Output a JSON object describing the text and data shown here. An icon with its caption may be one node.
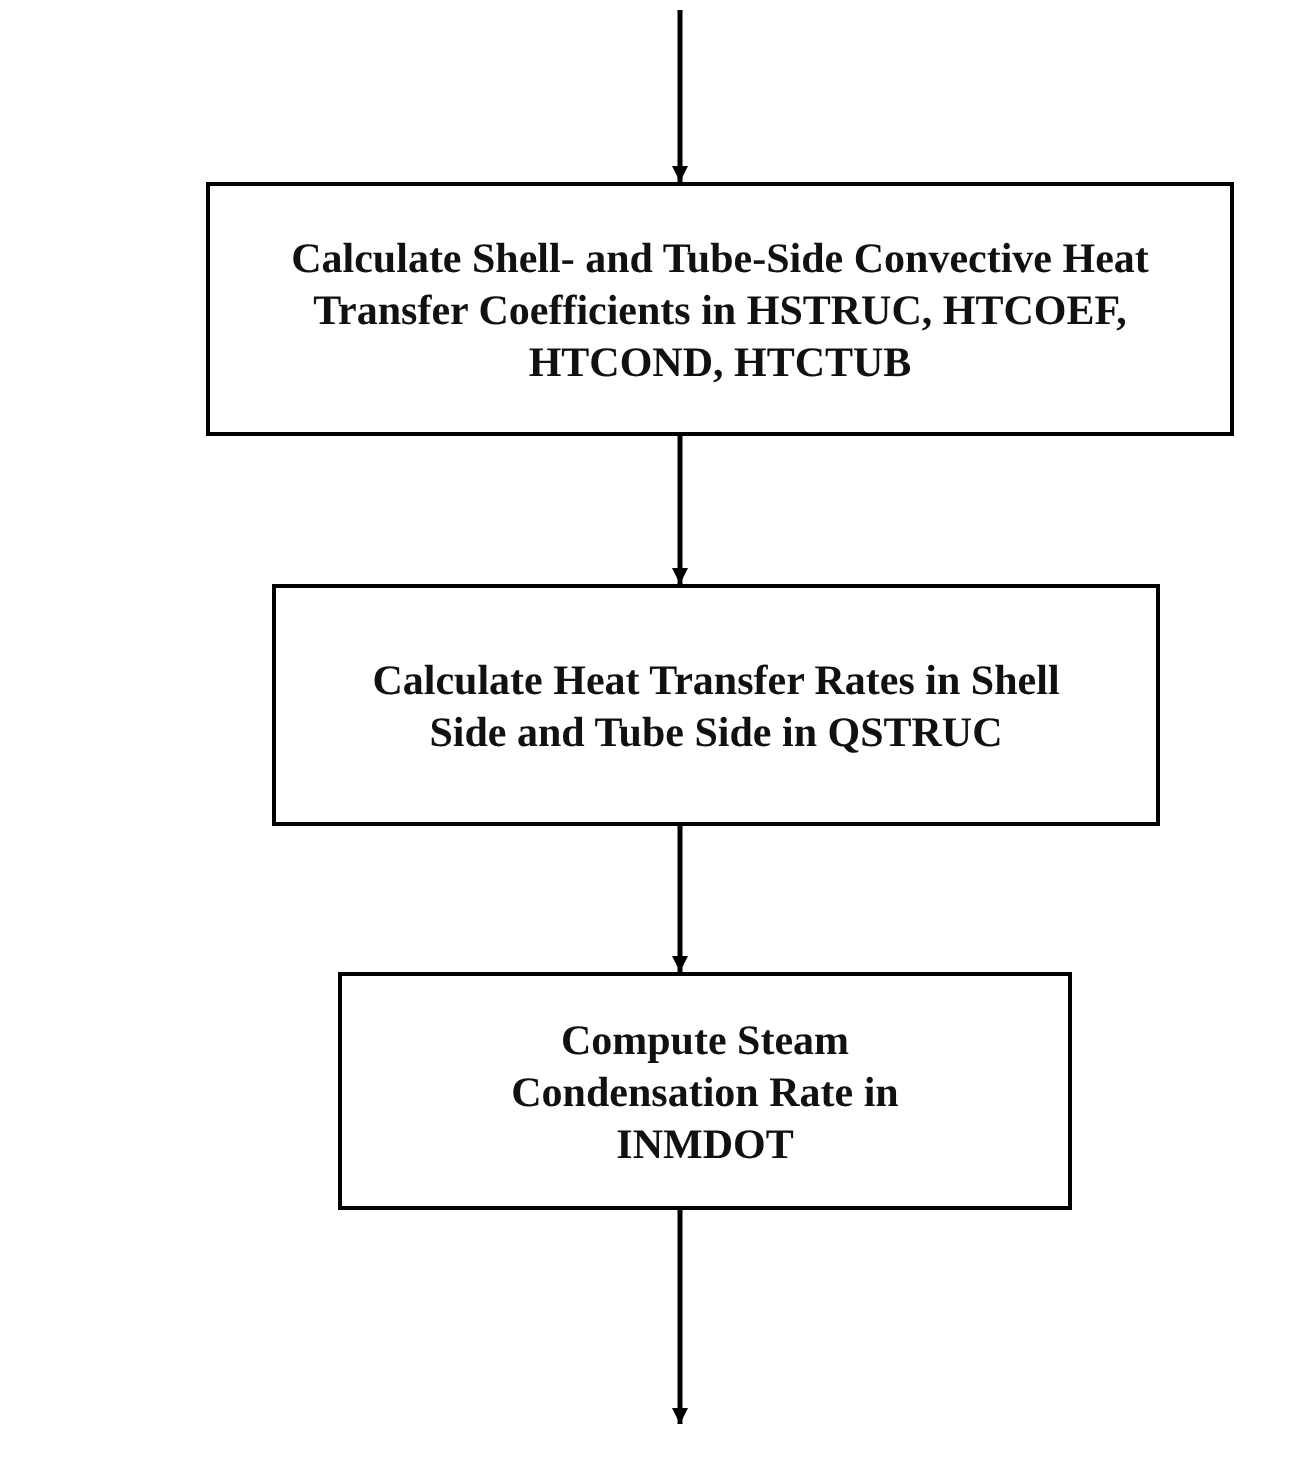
{
  "diagram": {
    "nodes": [
      {
        "text": [
          "Calculate Shell- and Tube-Side Convective Heat Transfer Coefficients in HSTRUC, HTCOEF, HTCOND, HTCTUB"
        ]
      },
      {
        "text": [
          "Calculate Heat Transfer Rates in Shell Side and Tube Side in QSTRUC"
        ]
      },
      {
        "text": [
          "Compute Steam Condensation Rate in INMDOT"
        ]
      }
    ],
    "edges": [
      {
        "from": null,
        "to": 0,
        "arrow": "to"
      },
      {
        "from": 0,
        "to": 1,
        "arrow": "to"
      },
      {
        "from": 1,
        "to": 2,
        "arrow": "to"
      },
      {
        "from": 2,
        "to": null,
        "arrow": "to"
      }
    ]
  }
}
